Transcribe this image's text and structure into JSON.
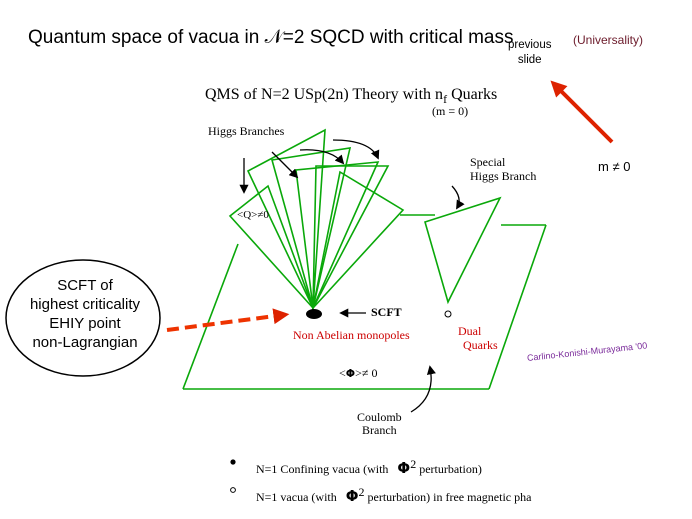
{
  "slide": {
    "title": "Quantum space of vacua in 𝒩=2 SQCD with critical mass",
    "universality": "(Universality)",
    "previous_slide": [
      "previous",
      "slide"
    ],
    "mass_label": "m ≠ 0"
  },
  "figure": {
    "title": "QMS of N=2 USp(2n) Theory with n",
    "title_sub": "f",
    "title_tail": " Quarks",
    "subtitle": "(m = 0)",
    "higgs_branches": "Higgs Branches",
    "special_higgs": [
      "Special",
      "Higgs Branch"
    ],
    "q_vev": "<Q>≠0",
    "scft": "SCFT",
    "non_abelian": "Non Abelian monopoles",
    "dual_quarks": [
      "Dual",
      "Quarks"
    ],
    "credit": "Carlino-Konishi-Murayama '00",
    "phi_vev_open": "<",
    "phi_vev_symbol": "Φ",
    "phi_vev_close": ">≠ 0",
    "coulomb": [
      "Coulomb",
      "Branch"
    ]
  },
  "callout": {
    "lines": [
      "SCFT of",
      "highest criticality",
      "EHIY point",
      "non-Lagrangian"
    ]
  },
  "legend": {
    "item1_text": "N=1  Confining vacua  (with",
    "item1_sym": "Φ",
    "item1_exp": "2",
    "item1_tail": "perturbation)",
    "item2_text": "N=1  vacua  (with",
    "item2_sym": "Φ",
    "item2_exp": "2",
    "item2_tail": "perturbation) in free magnetic pha"
  },
  "colors": {
    "branch_green": "#0aa80a",
    "arrow_red": "#dd2200",
    "label_red": "#cc0000",
    "credit_purple": "#7a2a9a"
  }
}
